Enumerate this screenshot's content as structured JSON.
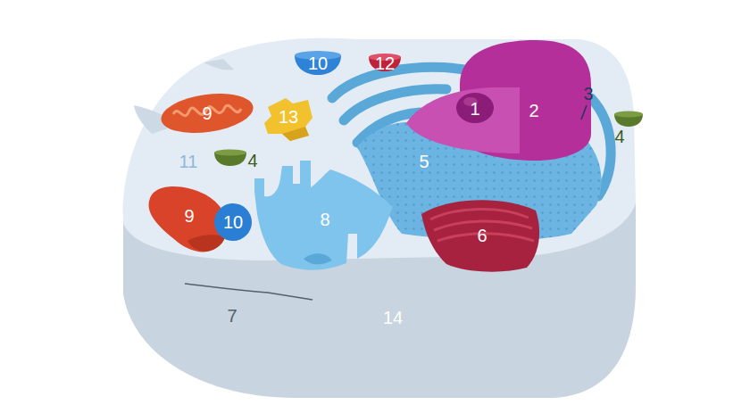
{
  "diagram": {
    "labels": [
      "10",
      "12",
      "1",
      "2",
      "3",
      "9",
      "13",
      "4",
      "11",
      "5",
      "4",
      "8",
      "9",
      "10",
      "6",
      "7",
      "14"
    ]
  }
}
